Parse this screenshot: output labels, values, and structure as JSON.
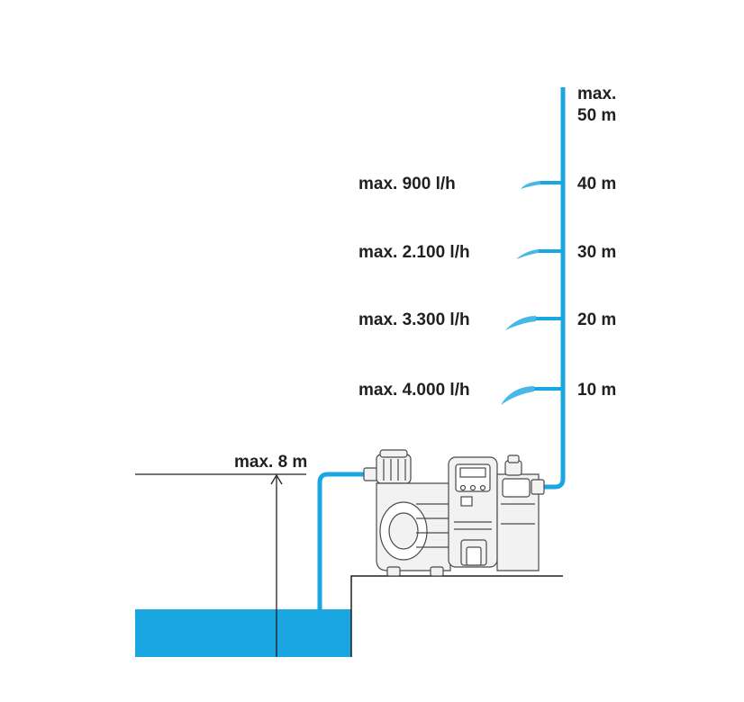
{
  "colors": {
    "water": "#1aa6e0",
    "line": "#231f20",
    "pump_outline": "#4a4a4a",
    "pump_fill": "#f2f2f2"
  },
  "suction": {
    "label": "max. 8 m",
    "depth_m": 8
  },
  "max_head": {
    "line1": "max.",
    "line2": "50 m",
    "value_m": 50
  },
  "levels": [
    {
      "height": "40 m",
      "flow": "max. 900 l/h",
      "height_m": 40,
      "flow_lh": 900
    },
    {
      "height": "30 m",
      "flow": "max. 2.100 l/h",
      "height_m": 30,
      "flow_lh": 2100
    },
    {
      "height": "20 m",
      "flow": "max. 3.300 l/h",
      "height_m": 20,
      "flow_lh": 3300
    },
    {
      "height": "10 m",
      "flow": "max. 4.000 l/h",
      "height_m": 10,
      "flow_lh": 4000
    }
  ]
}
